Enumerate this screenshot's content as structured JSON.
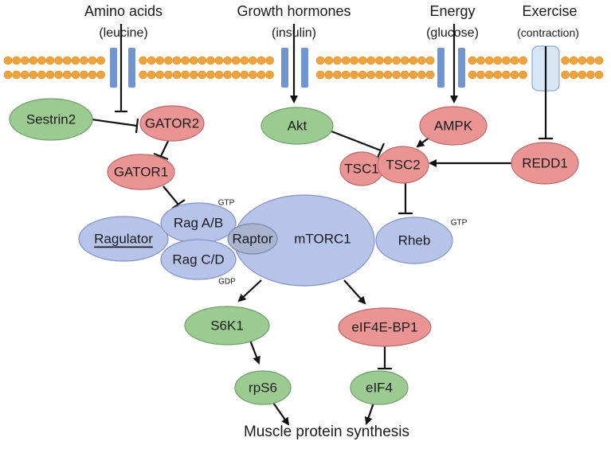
{
  "colors": {
    "green": "#9ccb92",
    "green_stroke": "#6f9c6a",
    "red": "#ea9494",
    "red_stroke": "#b86a6a",
    "blue": "#b7c4ea",
    "blue_stroke": "#8393c4",
    "bead": "#f0a33b",
    "channel": "#6f96d2",
    "exercise_channel": "#d6e6f5"
  },
  "stimuli": {
    "amino": {
      "title": "Amino acids",
      "sub": "(leucine)"
    },
    "growth": {
      "title": "Growth hormones",
      "sub": "(insulin)"
    },
    "energy": {
      "title": "Energy",
      "sub": "(glucose)"
    },
    "exercise": {
      "title": "Exercise",
      "sub": "(contraction)"
    }
  },
  "nodes": {
    "sestrin2": "Sestrin2",
    "gator2": "GATOR2",
    "gator1": "GATOR1",
    "akt": "Akt",
    "ampk": "AMPK",
    "tsc1": "TSC1",
    "tsc2": "TSC2",
    "redd1": "REDD1",
    "ragab": "Rag A/B",
    "ragcd": "Rag C/D",
    "ragulator": "Ragulator",
    "raptor": "Raptor",
    "mtorc1": "mTORC1",
    "rheb": "Rheb",
    "s6k1": "S6K1",
    "eif4ebp1": "eIF4E-BP1",
    "rps6": "rpS6",
    "eif4": "eIF4"
  },
  "tags": {
    "rag_gtp": "GTP",
    "rag_gdp": "GDP",
    "rheb_gtp": "GTP"
  },
  "output": "Muscle protein synthesis"
}
